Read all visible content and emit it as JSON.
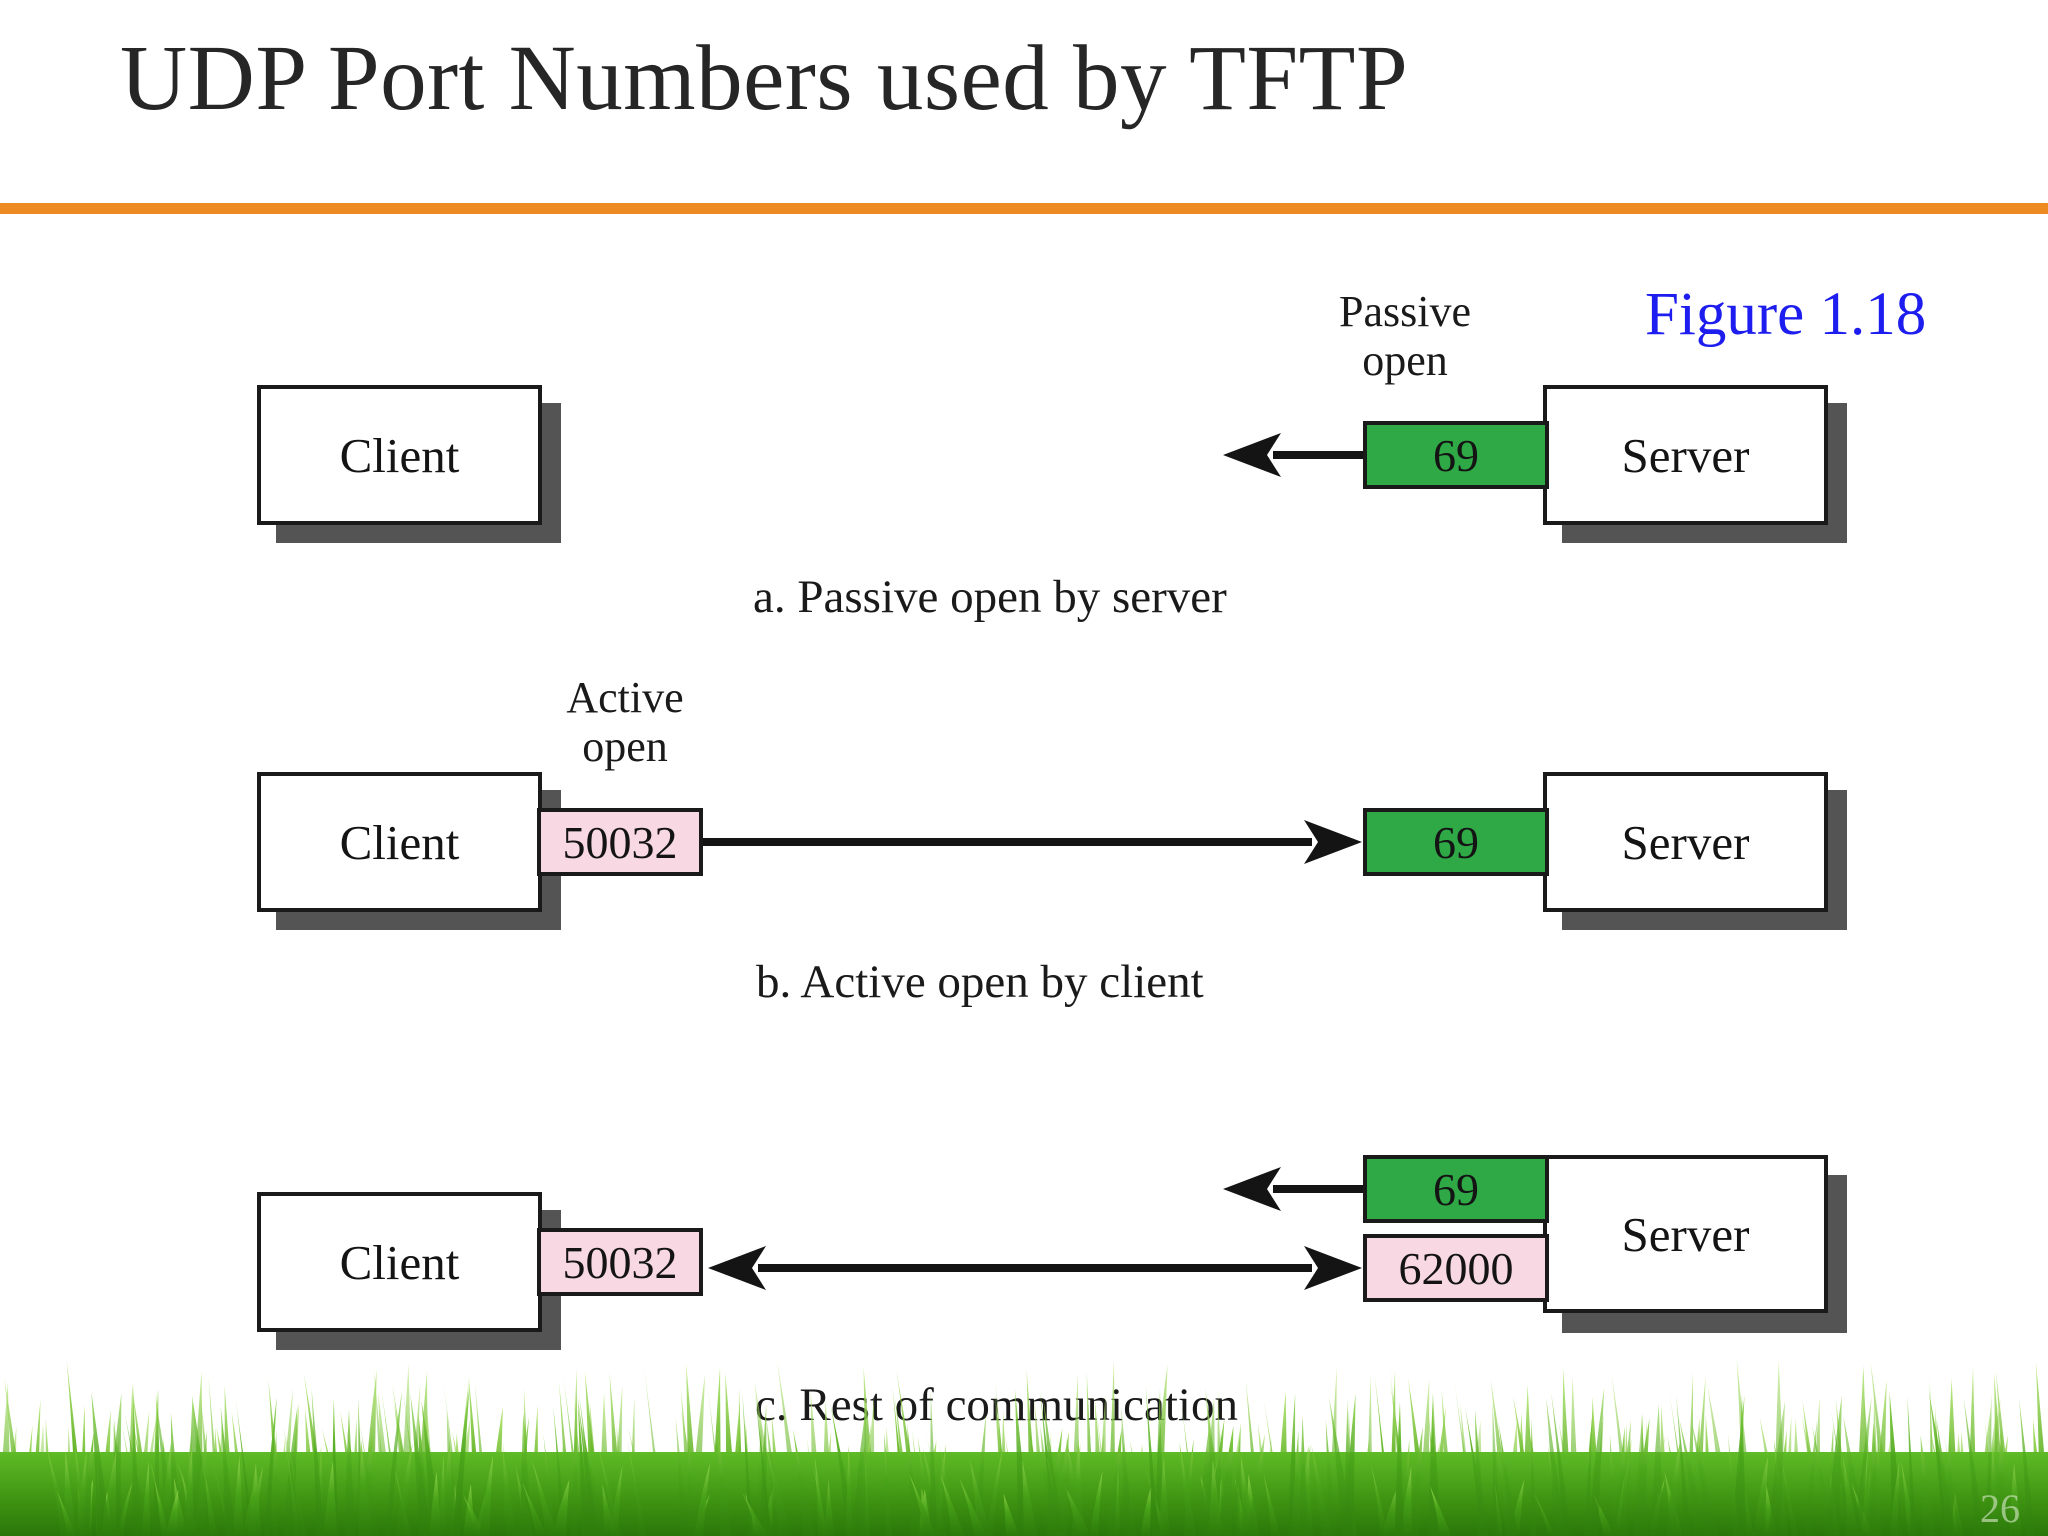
{
  "slide": {
    "title": "UDP Port Numbers used by TFTP",
    "figure_label": "Figure 1.18",
    "page_number": "26",
    "accent_rule_color": "#ed8b22",
    "figure_label_color": "#1d1df0"
  },
  "colors": {
    "well_known_port": "#2fa946",
    "ephemeral_port": "#f8d8e2",
    "box_border": "#1a1a1a",
    "box_shadow": "#545454",
    "grass": "#3f9413"
  },
  "panels": [
    {
      "id": "a",
      "caption": "a. Passive open by server",
      "client": {
        "label": "Client",
        "port": null
      },
      "server": {
        "label": "Server",
        "port": "69",
        "port_type": "well-known"
      },
      "annotation": "Passive\nopen",
      "arrows": [
        {
          "direction": "left",
          "from": "server-port-69",
          "to": "open-space"
        }
      ]
    },
    {
      "id": "b",
      "caption": "b. Active open by client",
      "client": {
        "label": "Client",
        "port": "50032",
        "port_type": "ephemeral"
      },
      "server": {
        "label": "Server",
        "port": "69",
        "port_type": "well-known"
      },
      "annotation": "Active\nopen",
      "arrows": [
        {
          "direction": "right",
          "from": "client-port-50032",
          "to": "server-port-69"
        }
      ]
    },
    {
      "id": "c",
      "caption": "c. Rest of communication",
      "client": {
        "label": "Client",
        "port": "50032",
        "port_type": "ephemeral"
      },
      "server": {
        "label": "Server",
        "ports": [
          {
            "value": "69",
            "port_type": "well-known"
          },
          {
            "value": "62000",
            "port_type": "ephemeral"
          }
        ]
      },
      "annotation": null,
      "arrows": [
        {
          "direction": "left",
          "from": "server-port-69",
          "to": "open-space"
        },
        {
          "direction": "both",
          "from": "client-port-50032",
          "to": "server-port-62000"
        }
      ]
    }
  ],
  "labels": {
    "client": "Client",
    "server": "Server",
    "passive_open": "Passive\nopen",
    "active_open": "Active\nopen",
    "port_69_a": "69",
    "port_69_b": "69",
    "port_69_c": "69",
    "port_50032_b": "50032",
    "port_50032_c": "50032",
    "port_62000_c": "62000",
    "caption_a": "a. Passive open by server",
    "caption_b": "b. Active open by client",
    "caption_c": "c. Rest of communication"
  }
}
